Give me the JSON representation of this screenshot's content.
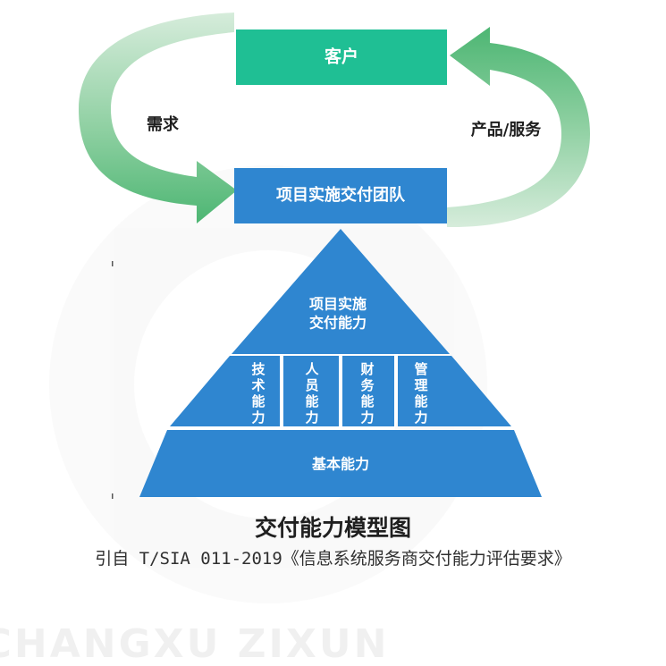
{
  "diagram": {
    "top_box": "客户",
    "bottom_box": "项目实施交付团队",
    "left_arrow_label": "需求",
    "right_arrow_label": "产品/服务",
    "pyramid": {
      "apex": [
        "项目实施",
        "交付能力"
      ],
      "middle": [
        "技术能力",
        "人员能力",
        "财务能力",
        "管理能力"
      ],
      "base": "基本能力"
    }
  },
  "caption": {
    "title": "交付能力模型图",
    "source": "引自 T/SIA 011-2019《信息系统服务商交付能力评估要求》"
  },
  "watermark": {
    "text": "CHANGXU ZIXUN"
  },
  "colors": {
    "teal": "#1fbf94",
    "blue": "#2f86d0",
    "green": "#56b87a",
    "light_green": "#cfe8d4"
  }
}
